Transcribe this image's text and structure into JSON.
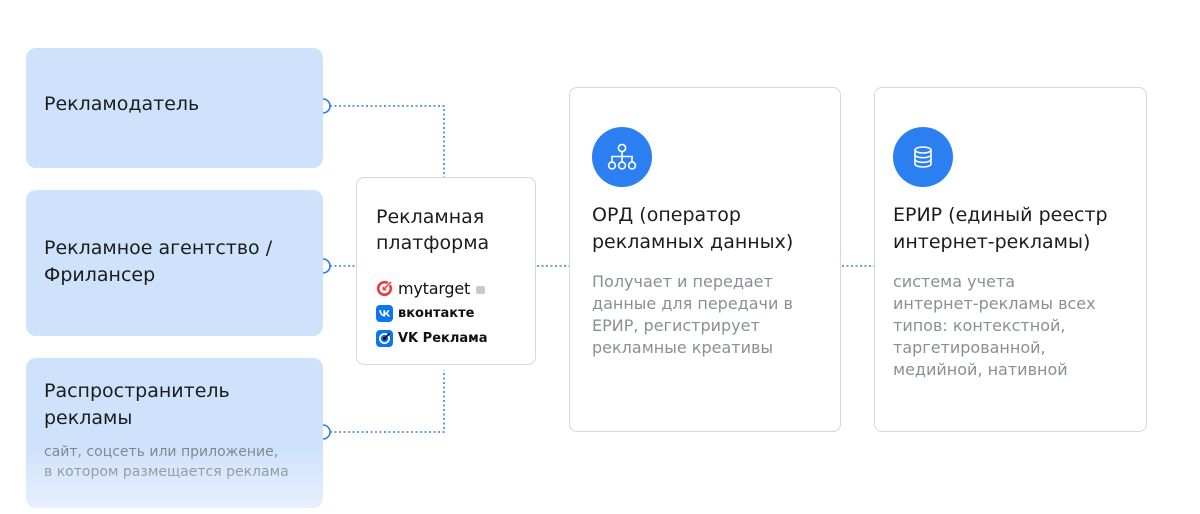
{
  "roles": {
    "advertiser": {
      "title": "Рекламодатель"
    },
    "agency": {
      "title_line1": "Рекламное агентство /",
      "title_line2": "Фрилансер"
    },
    "distributor": {
      "title_line1": "Распространитель",
      "title_line2": "рекламы",
      "sub_line1": "сайт, соцсеть или приложение,",
      "sub_line2": "в котором размещается реклама"
    }
  },
  "platform": {
    "title_line1": "Рекламная",
    "title_line2": "платформа",
    "brands": [
      {
        "name": "mytarget",
        "icon": "mytarget-logo-icon"
      },
      {
        "name": "вконтакте",
        "icon": "vk-logo-icon"
      },
      {
        "name": "VK Реклама",
        "icon": "vk-ads-logo-icon"
      }
    ]
  },
  "ord": {
    "icon": "hierarchy-icon",
    "heading_line1": "ОРД (оператор",
    "heading_line2": "рекламных данных)",
    "desc_lines": [
      "Получает и передает",
      "данные для передачи в",
      "ЕРИР, регистрирует",
      "рекламные креативы"
    ]
  },
  "erir": {
    "icon": "database-icon",
    "heading_line1": "ЕРИР (единый реестр",
    "heading_line2": "интернет-рекламы)",
    "desc_lines": [
      "система учета",
      "интернет-рекламы всех",
      "типов: контекстной,",
      "таргетированной,",
      "медийной, нативной"
    ]
  },
  "colors": {
    "card_blue": "#cfe2fb",
    "accent_blue": "#2b7ff0",
    "connector": "#2f7ee6",
    "box_border": "#d6d8dc",
    "muted_text": "#8a8f96"
  }
}
